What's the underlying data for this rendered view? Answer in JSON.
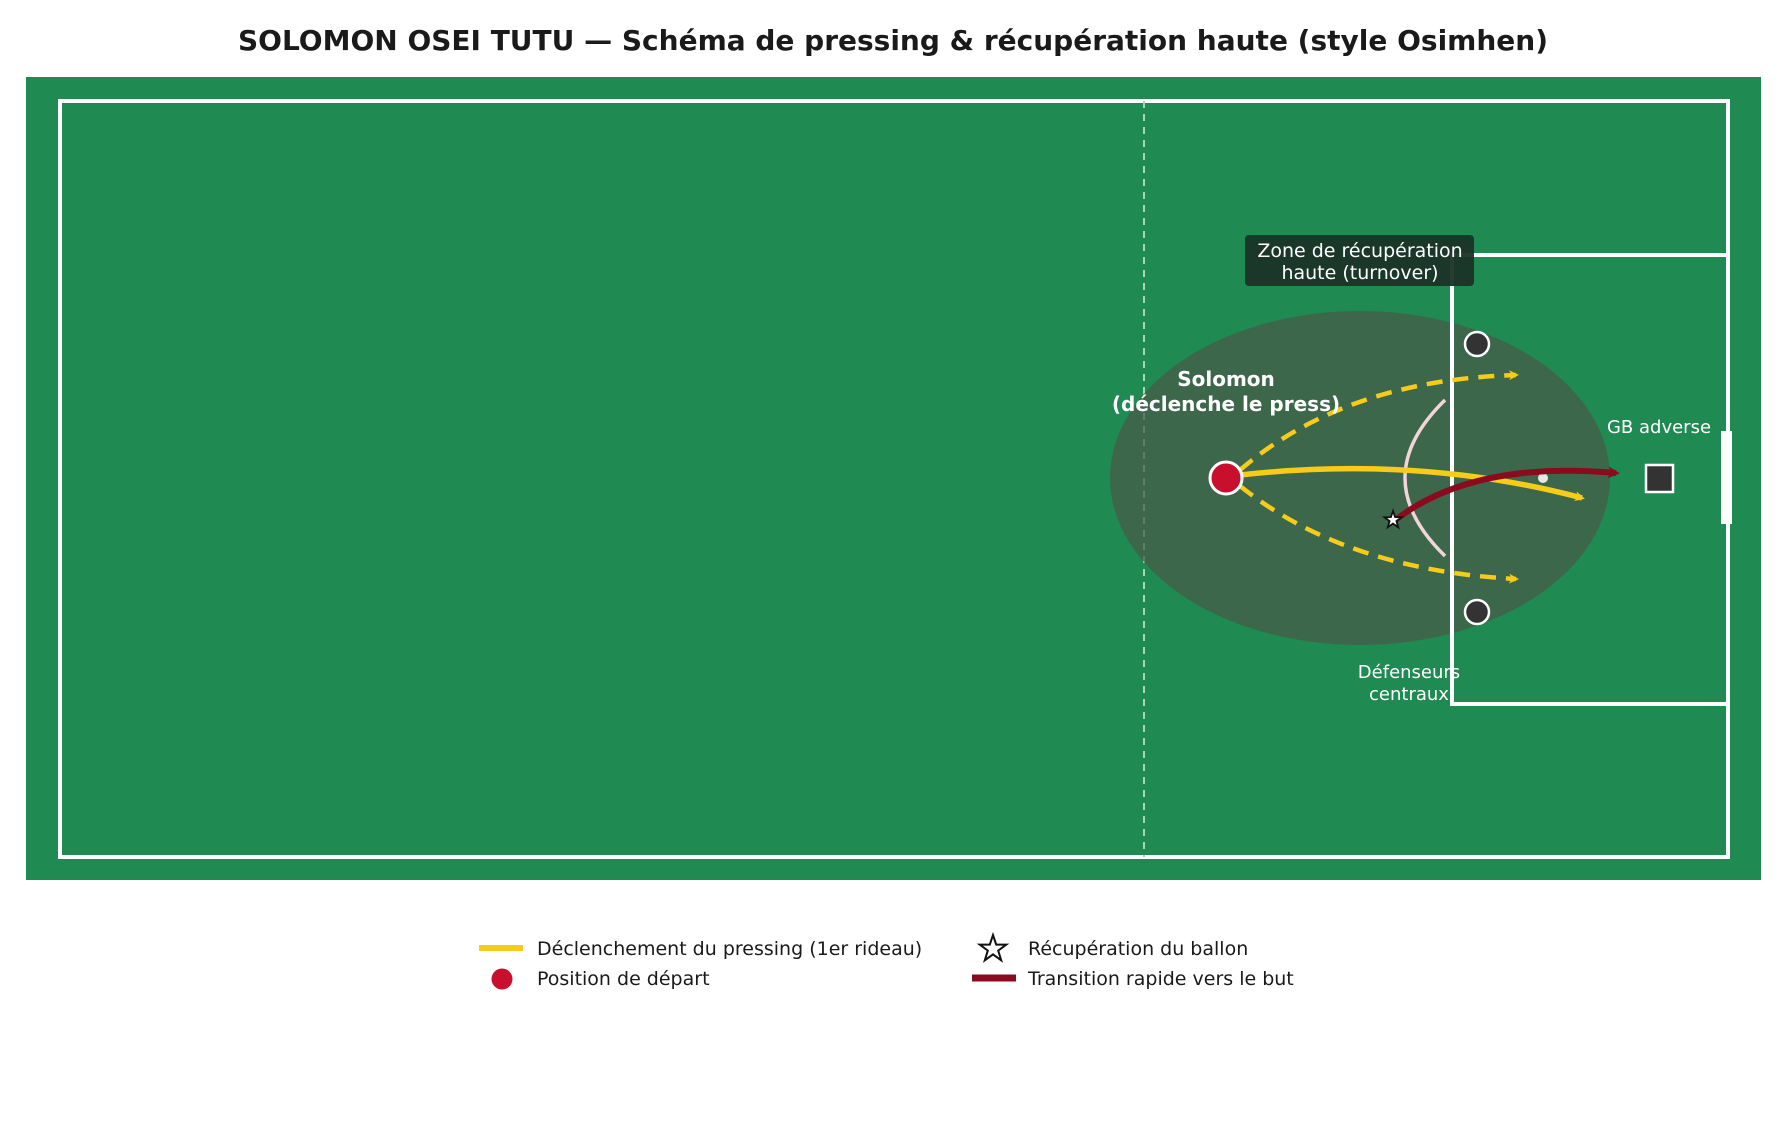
{
  "title": "SOLOMON OSEI TUTU — Schéma de pressing & récupération haute (style Osimhen)",
  "pitch": {
    "zone_label_line1": "Zone de récupération",
    "zone_label_line2": "haute (turnover)",
    "player_label_line1": "Solomon",
    "player_label_line2": "(déclenche le press)",
    "goalkeeper_label": "GB adverse",
    "defenders_label_line1": "Défenseurs",
    "defenders_label_line2": "centraux"
  },
  "legend": {
    "items": [
      {
        "label": "Déclenchement du pressing (1er rideau)",
        "icon": "yellow-line"
      },
      {
        "label": "Récupération du ballon",
        "icon": "star"
      },
      {
        "label": "Position de départ",
        "icon": "red-dot"
      },
      {
        "label": "Transition rapide vers le but",
        "icon": "darkred-line"
      }
    ]
  },
  "colors": {
    "pitch_green": "#1f8a52",
    "zone_fill": "#4a5a48",
    "press_yellow": "#f7cb1a",
    "start_red": "#c8102e",
    "transition_darkred": "#8b0a1e",
    "label_box": "#1a3328",
    "opponent_gray": "#333333"
  }
}
